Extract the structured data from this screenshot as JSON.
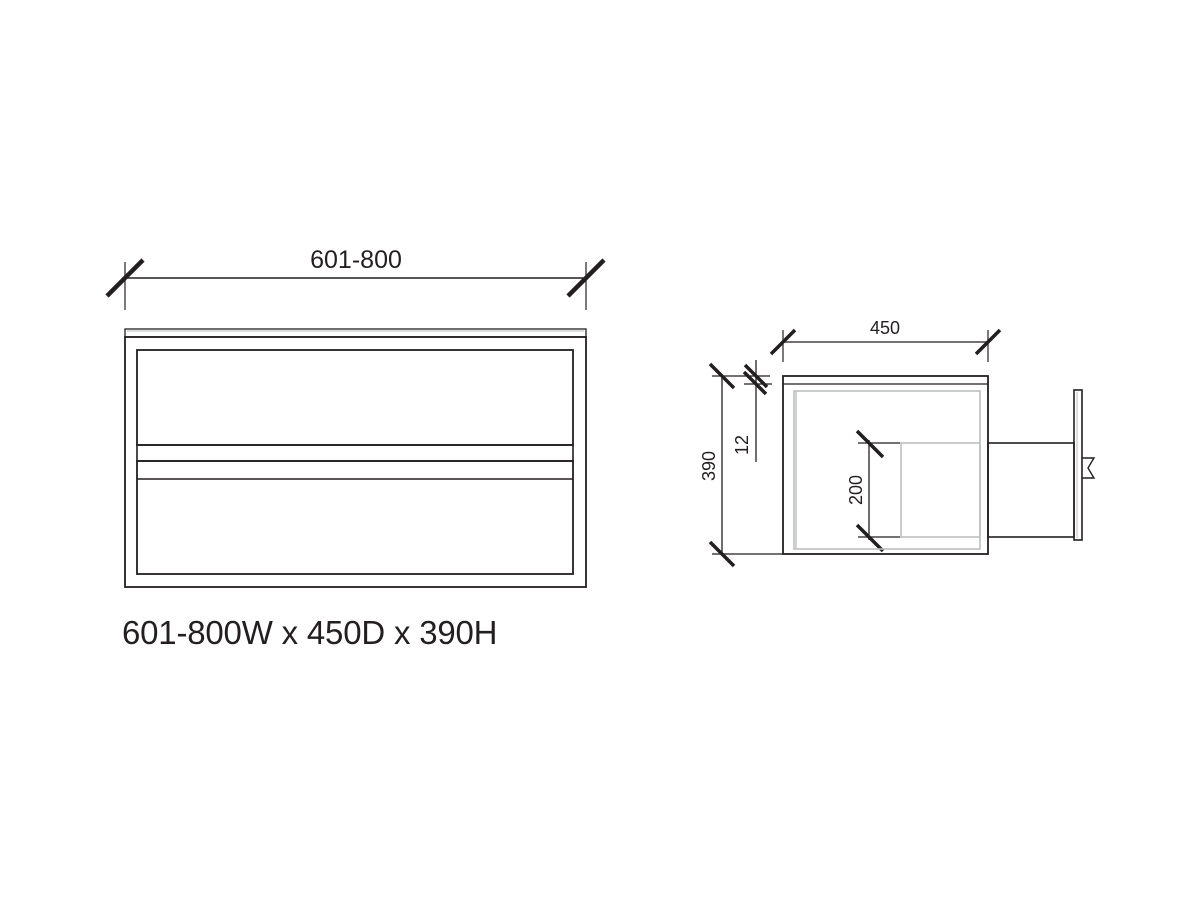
{
  "front_view": {
    "width_label": "601-800"
  },
  "side_view": {
    "depth_label": "450",
    "height_label": "390",
    "top_thickness_label": "12",
    "drawer_height_label": "200"
  },
  "caption": {
    "text": "601-800W x 450D x 390H"
  },
  "colors": {
    "line": "#231f20",
    "light_line": "#bcbec0",
    "background": "#ffffff"
  }
}
